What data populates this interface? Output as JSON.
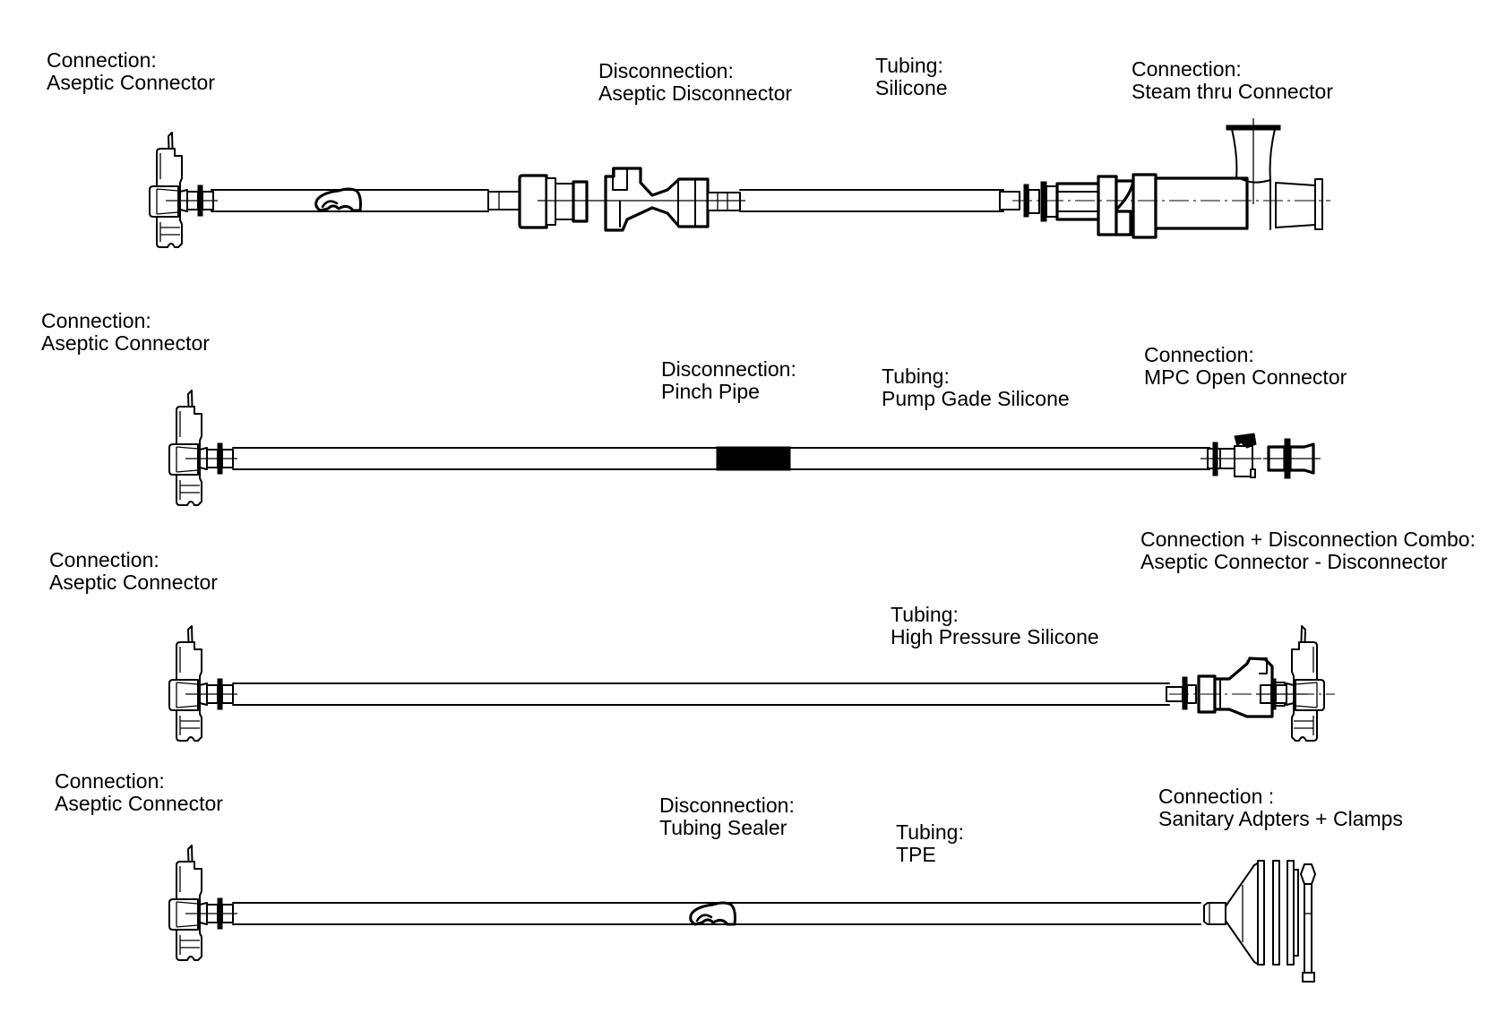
{
  "diagram": {
    "title": "Single-use tubing assembly configurations",
    "assemblies": [
      {
        "id": "assembly-1",
        "labels": [
          {
            "category": "Connection:",
            "value": "Aseptic Connector"
          },
          {
            "category": "Disconnection:",
            "value": "Aseptic Disconnector"
          },
          {
            "category": "Tubing:",
            "value": "Silicone"
          },
          {
            "category": "Connection:",
            "value": "Steam thru Connector"
          }
        ],
        "components": [
          "aseptic-connector",
          "tubing-clamp",
          "aseptic-disconnector",
          "silicone-tubing",
          "steam-thru-connector"
        ]
      },
      {
        "id": "assembly-2",
        "labels": [
          {
            "category": "Connection:",
            "value": "Aseptic Connector"
          },
          {
            "category": "Disconnection:",
            "value": "Pinch Pipe"
          },
          {
            "category": "Tubing:",
            "value": "Pump Gade Silicone"
          },
          {
            "category": "Connection:",
            "value": "MPC Open Connector"
          }
        ],
        "components": [
          "aseptic-connector",
          "pinch-pipe",
          "pump-grade-silicone-tubing",
          "mpc-open-connector"
        ]
      },
      {
        "id": "assembly-3",
        "labels": [
          {
            "category": "Connection:",
            "value": "Aseptic Connector"
          },
          {
            "category": "Tubing:",
            "value": "High Pressure Silicone"
          },
          {
            "category": "Connection + Disconnection Combo:",
            "value": "Aseptic Connector - Disconnector"
          }
        ],
        "components": [
          "aseptic-connector",
          "high-pressure-silicone-tubing",
          "aseptic-connector-disconnector-combo"
        ]
      },
      {
        "id": "assembly-4",
        "labels": [
          {
            "category": "Connection:",
            "value": "Aseptic Connector"
          },
          {
            "category": "Disconnection:",
            "value": "Tubing Sealer"
          },
          {
            "category": "Tubing:",
            "value": "TPE"
          },
          {
            "category": "Connection :",
            "value": "Sanitary Adpters + Clamps"
          }
        ],
        "components": [
          "aseptic-connector",
          "tubing-sealer",
          "tpe-tubing",
          "sanitary-adapter-clamp"
        ]
      }
    ]
  }
}
